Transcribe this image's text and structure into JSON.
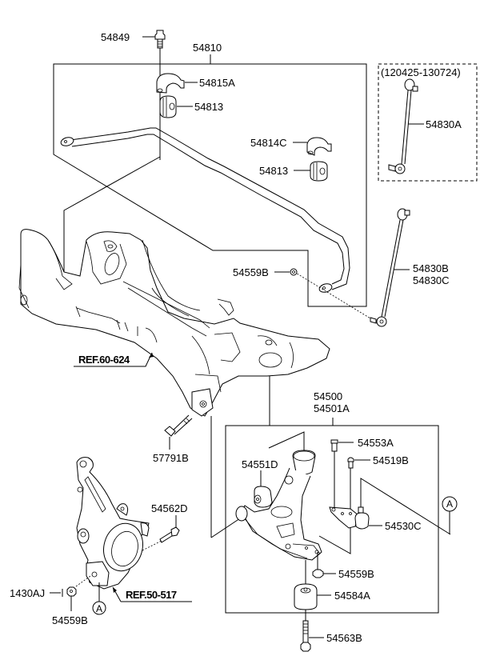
{
  "diagram": {
    "title": "Front Suspension Crossmember / Stabilizer Bar / Lower Arm",
    "labels": {
      "p54849": "54849",
      "p54810": "54810",
      "p54815A": "54815A",
      "p54813_top": "54813",
      "p54814C": "54814C",
      "p54813_right": "54813",
      "date_range": "(120425-130724)",
      "p54830A": "54830A",
      "p54559B_bar": "54559B",
      "p54830B": "54830B",
      "p54830C": "54830C",
      "ref_crossmember": "REF.60-624",
      "p54500": "54500",
      "p54501A": "54501A",
      "p57791B": "57791B",
      "p54553A": "54553A",
      "p54519B": "54519B",
      "p54551D": "54551D",
      "p54562D": "54562D",
      "p54530C": "54530C",
      "p54559B_arm": "54559B",
      "p54584A": "54584A",
      "p1430AJ": "1430AJ",
      "ref_knuckle": "REF.50-517",
      "p54559B_knuckle": "54559B",
      "p54563B": "54563B",
      "marker_a_right": "A",
      "marker_a_knuckle": "A"
    },
    "line_color": "#000000",
    "background": "#ffffff"
  }
}
